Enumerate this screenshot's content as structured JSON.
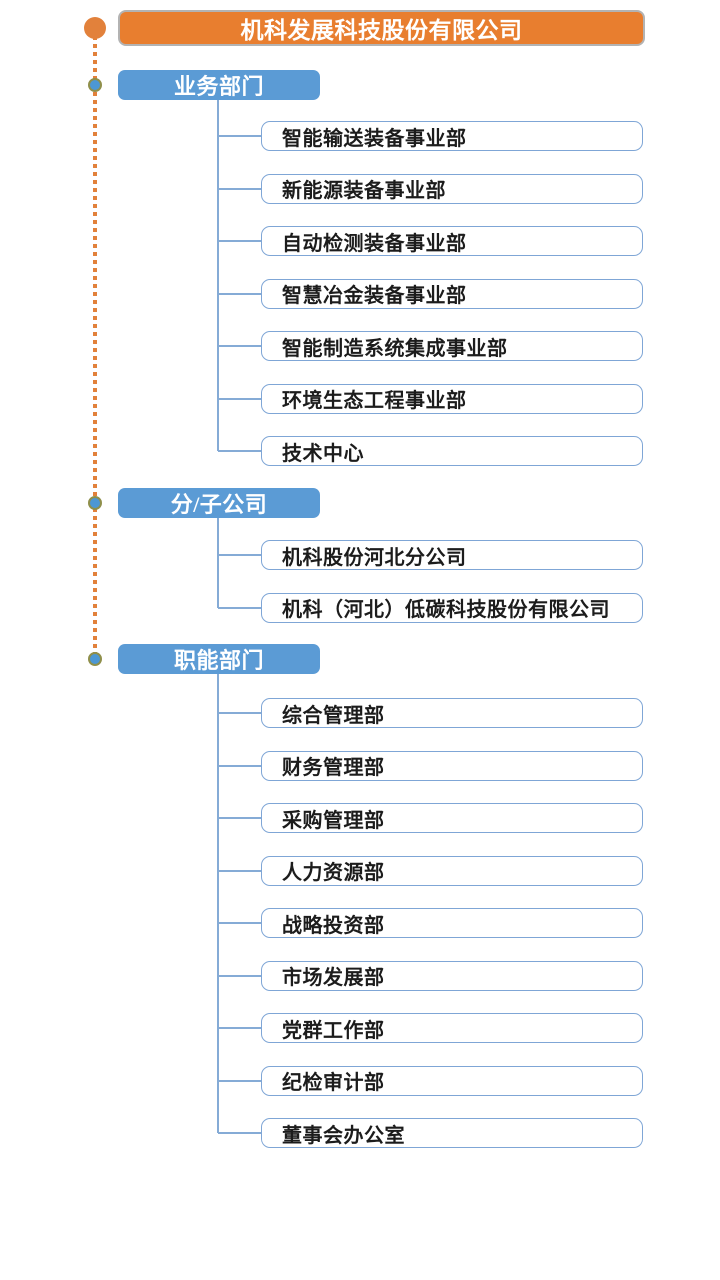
{
  "root": {
    "label": "机科发展科技股份有限公司"
  },
  "groups": [
    {
      "label": "业务部门",
      "children": [
        "智能输送装备事业部",
        "新能源装备事业部",
        "自动检测装备事业部",
        "智慧冶金装备事业部",
        "智能制造系统集成事业部",
        "环境生态工程事业部",
        "技术中心"
      ]
    },
    {
      "label": "分/子公司",
      "children": [
        "机科股份河北分公司",
        "机科（河北）低碳科技股份有限公司"
      ]
    },
    {
      "label": "职能部门",
      "children": [
        "综合管理部",
        "财务管理部",
        "采购管理部",
        "人力资源部",
        "战略投资部",
        "市场发展部",
        "党群工作部",
        "纪检审计部",
        "董事会办公室"
      ]
    }
  ],
  "colors": {
    "root_fill": "#E87E2F",
    "root_border": "#B3B3B3",
    "trunk_orange": "#E2813B",
    "header_blue": "#5B9BD5",
    "dot_blue": "#4C97D4",
    "dot_ring": "#8F8F4B",
    "connector_blue": "#85ABD6",
    "child_border": "#7FA6D6",
    "child_text": "#1C1C1C"
  }
}
